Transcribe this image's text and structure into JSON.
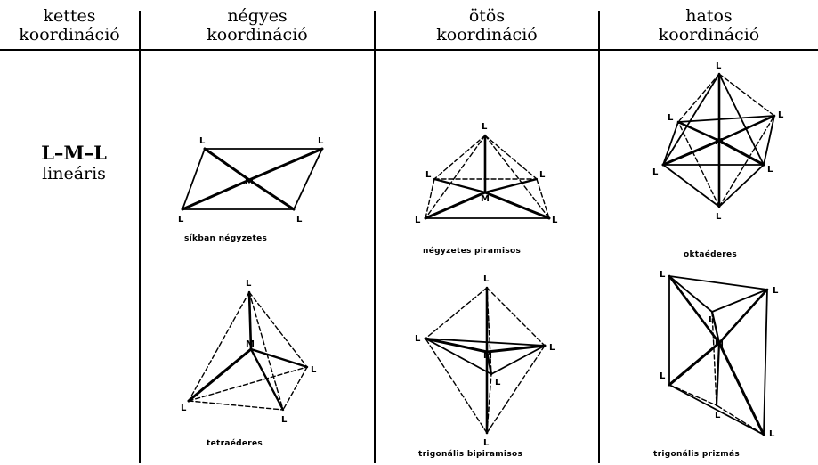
{
  "columns": [
    {
      "line1": "kettes",
      "line2": "koordináció"
    },
    {
      "line1": "négyes",
      "line2": "koordináció"
    },
    {
      "line1": "ötös",
      "line2": "koordináció"
    },
    {
      "line1": "hatos",
      "line2": "koordináció"
    }
  ],
  "linear": {
    "formula": "L–M–L",
    "name": "lineáris"
  },
  "atoms": {
    "ligand": "L",
    "metal": "M"
  },
  "geometries": {
    "square_planar": "síkban négyzetes",
    "tetrahedral": "tetraéderes",
    "square_pyramidal": "négyzetes piramisos",
    "trigonal_bipyramidal": "trigonális bipiramisos",
    "octahedral": "oktaéderes",
    "trigonal_prismatic": "trigonális prizmás"
  }
}
